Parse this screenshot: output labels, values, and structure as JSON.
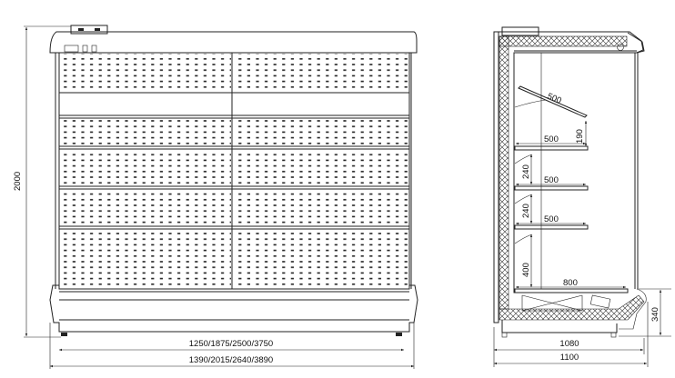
{
  "front_view": {
    "height_label": "2000",
    "inner_width_label": "1250/1875/2500/3750",
    "outer_width_label": "1390/2015/2640/3890"
  },
  "side_view": {
    "angled_shelf_depth": "500",
    "angled_shelf_gap": "190",
    "shelf_depth_1": "500",
    "shelf_gap_1": "240",
    "shelf_depth_2": "500",
    "shelf_gap_2": "240",
    "shelf_depth_3": "500",
    "bottom_gap": "400",
    "bottom_depth": "800",
    "base_height": "340",
    "inner_depth_label": "1080",
    "outer_depth_label": "1100"
  }
}
